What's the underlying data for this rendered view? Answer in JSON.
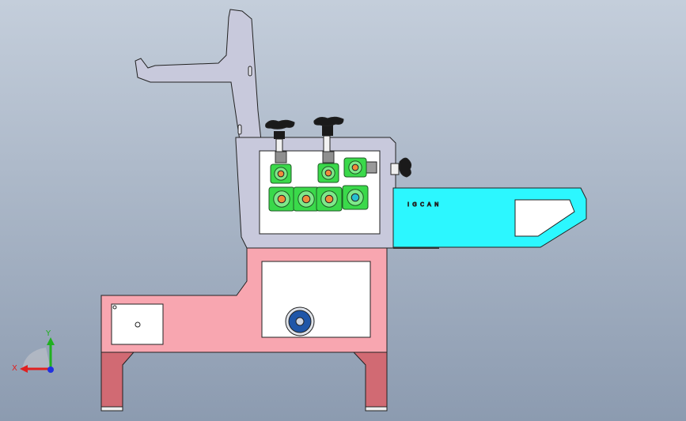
{
  "viewport": {
    "background_top": "#c4cedb",
    "background_bottom": "#8c9bb0"
  },
  "machine": {
    "brand_text": "I G C A N",
    "colors": {
      "frame": "#c8c9dc",
      "panel": "#ffffff",
      "base": "#f8a6b0",
      "legs": "#d16a73",
      "hood": "#2cf7ff",
      "roller_green": "#3ad94a",
      "roller_center": "#f08a3a",
      "roller_center_alt": "#27bfd1",
      "knob": "#1a1a1a",
      "motor_blue": "#1f56a8"
    }
  },
  "triad": {
    "x_label": "X",
    "y_label": "Y",
    "x_color": "#e02020",
    "y_color": "#20b020",
    "origin_color": "#2030e0"
  }
}
